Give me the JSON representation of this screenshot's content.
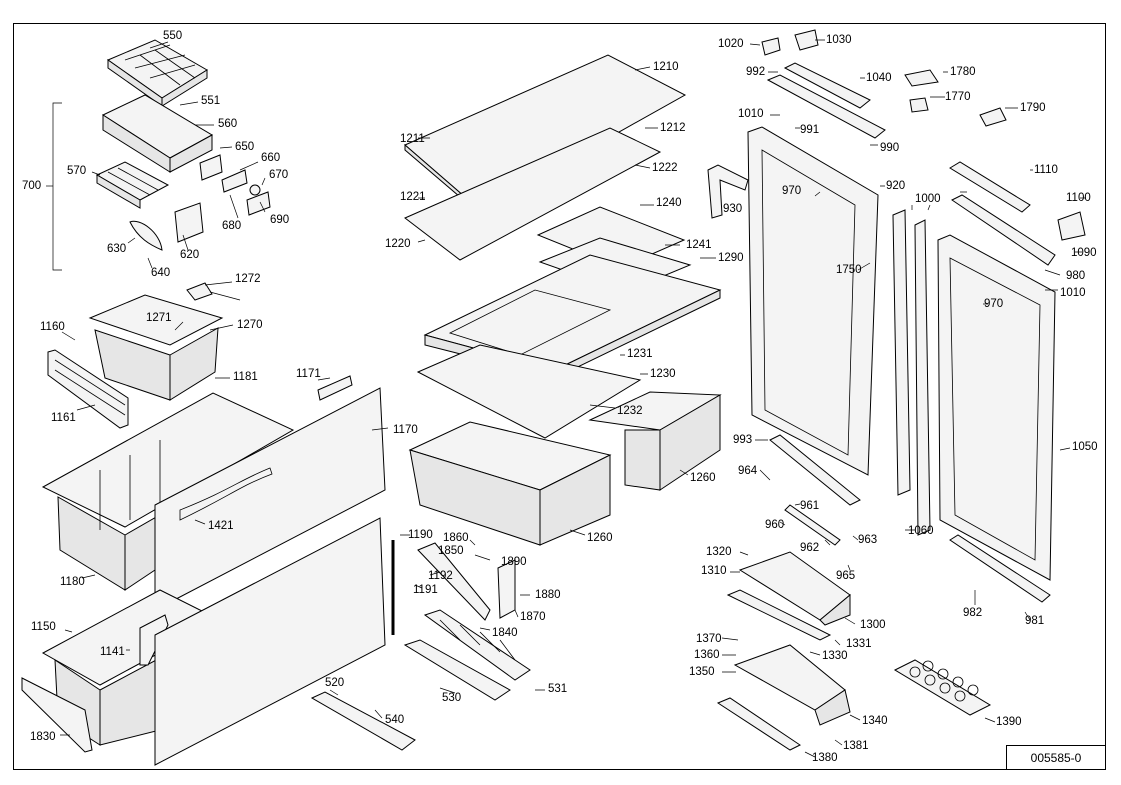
{
  "drawing_id": "005585-0",
  "labels": {
    "550": "550",
    "551": "551",
    "560": "560",
    "570": "570",
    "650": "650",
    "660": "660",
    "670": "670",
    "680": "680",
    "690": "690",
    "620": "620",
    "630": "630",
    "640": "640",
    "700": "700",
    "1272": "1272",
    "1271": "1271",
    "1270": "1270",
    "1160": "1160",
    "1161": "1161",
    "1181": "1181",
    "1171": "1171",
    "1170": "1170",
    "1421": "1421",
    "1180": "1180",
    "1150": "1150",
    "1141": "1141",
    "1830": "1830",
    "520": "520",
    "540": "540",
    "530": "530",
    "531": "531",
    "1190": "1190",
    "1860": "1860",
    "1850": "1850",
    "1890": "1890",
    "1192": "1192",
    "1191": "1191",
    "1880": "1880",
    "1870": "1870",
    "1840": "1840",
    "1210": "1210",
    "1211": "1211",
    "1212": "1212",
    "1222": "1222",
    "1221": "1221",
    "1220": "1220",
    "1240": "1240",
    "1241": "1241",
    "1290": "1290",
    "1231": "1231",
    "1230": "1230",
    "1232": "1232",
    "1260a": "1260",
    "1260b": "1260",
    "1020": "1020",
    "1030": "1030",
    "992": "992",
    "1040": "1040",
    "1780": "1780",
    "1770": "1770",
    "1790": "1790",
    "1010a": "1010",
    "991": "991",
    "990": "990",
    "920": "920",
    "970a": "970",
    "930": "930",
    "1000": "1000",
    "1110": "1110",
    "1100": "1100",
    "1090": "1090",
    "1750": "1750",
    "980": "980",
    "1010b": "1010",
    "970b": "970",
    "993": "993",
    "964": "964",
    "961": "961",
    "960": "960",
    "963": "963",
    "962": "962",
    "965": "965",
    "1060": "1060",
    "1050": "1050",
    "1320": "1320",
    "1310": "1310",
    "1300": "1300",
    "1331": "1331",
    "1330": "1330",
    "1370": "1370",
    "1360": "1360",
    "1350": "1350",
    "1340": "1340",
    "1381": "1381",
    "1380": "1380",
    "1390": "1390",
    "982": "982",
    "981": "981"
  }
}
